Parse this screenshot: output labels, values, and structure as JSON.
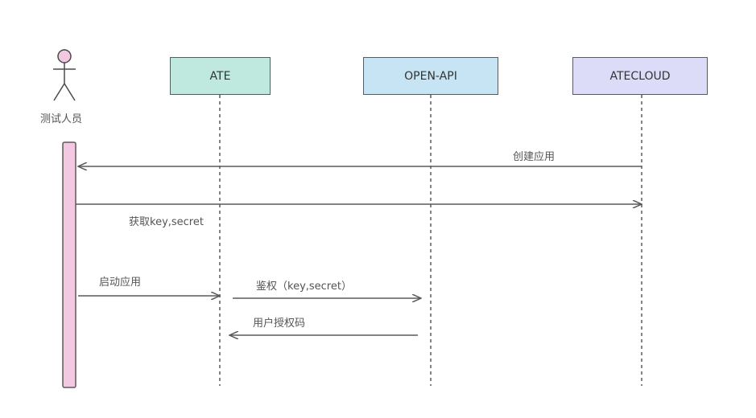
{
  "actor": {
    "label": "测试人员",
    "color": "#f2c9e1"
  },
  "participants": [
    {
      "id": "ate",
      "label": "ATE",
      "color": "#bfe9de"
    },
    {
      "id": "openapi",
      "label": "OPEN-API",
      "color": "#c6e4f3"
    },
    {
      "id": "atecloud",
      "label": "ATECLOUD",
      "color": "#dcdcf8"
    }
  ],
  "messages": [
    {
      "id": "create-app",
      "label": "创建应用",
      "from": "ATECLOUD",
      "to": "测试人员"
    },
    {
      "id": "get-key",
      "label": "获取key,secret",
      "from": "测试人员",
      "to": "ATECLOUD"
    },
    {
      "id": "start-app",
      "label": "启动应用",
      "from": "测试人员",
      "to": "ATE"
    },
    {
      "id": "auth",
      "label": "鉴权（key,secret）",
      "from": "ATE",
      "to": "OPEN-API"
    },
    {
      "id": "auth-code",
      "label": "用户授权码",
      "from": "OPEN-API",
      "to": "ATE"
    }
  ],
  "colors": {
    "line": "#5a5a5a",
    "activation": "#f2c9e1"
  }
}
